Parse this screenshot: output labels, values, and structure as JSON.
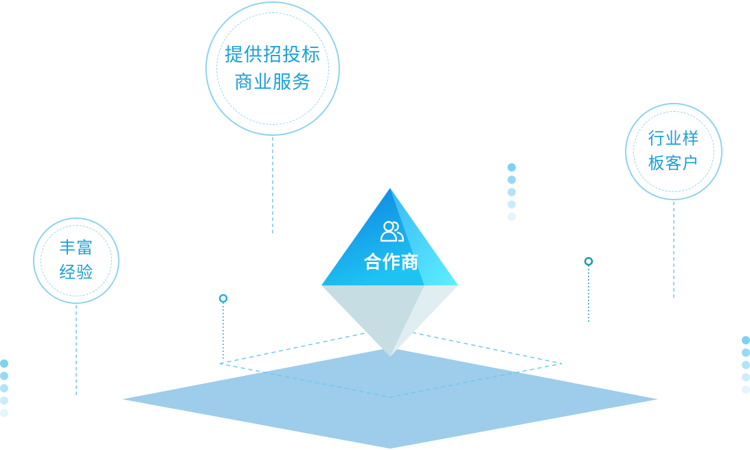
{
  "center": {
    "label": "合作商",
    "icon": "people-icon"
  },
  "bubbles": [
    {
      "line1": "提供招投标",
      "line2": "商业服务"
    },
    {
      "line1": "行业样",
      "line2": "板客户"
    },
    {
      "line1": "丰富",
      "line2": "经验"
    }
  ],
  "colors": {
    "accent": "#1ba0d8",
    "ring": "#8fd3ef",
    "platform": "#9dcdea",
    "pyramid_top": "#1aa8ef",
    "pyramid_bottom": "#c5dde3"
  }
}
